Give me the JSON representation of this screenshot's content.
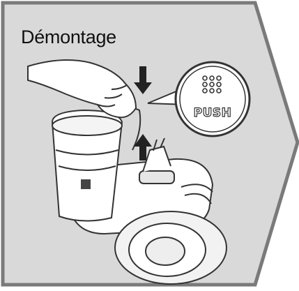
{
  "panel": {
    "title": "Démontage",
    "background_color": "#d9d9d9",
    "border_color": "#7a7a7a"
  },
  "callout": {
    "label": "PUSH",
    "icon": "push-button-dots-icon"
  },
  "illustration": {
    "subject": "vacuum-dust-container-removal",
    "icons": [
      "hand-icon",
      "arrow-down-icon",
      "arrow-up-icon",
      "vacuum-cleaner-icon"
    ]
  }
}
